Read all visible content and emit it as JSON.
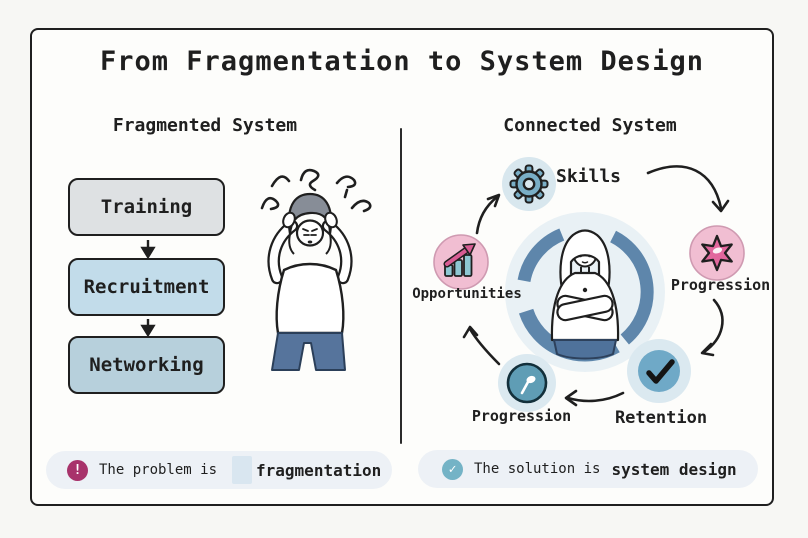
{
  "title": "From Fragmentation to System Design",
  "left_panel": {
    "heading": "Fragmented System",
    "boxes": [
      {
        "label": "Training"
      },
      {
        "label": "Recruitment"
      },
      {
        "label": "Networking"
      }
    ],
    "illustration": "stressed-person"
  },
  "right_panel": {
    "heading": "Connected System",
    "nodes": [
      {
        "label": "Skills",
        "icon": "gear-icon",
        "position": "top"
      },
      {
        "label": "Progression",
        "icon": "starburst-icon",
        "position": "right"
      },
      {
        "label": "Retention",
        "icon": "checkmark-icon",
        "position": "bottom-right"
      },
      {
        "label": "Progression",
        "icon": "clock-icon",
        "position": "bottom-left"
      },
      {
        "label": "Opportunities",
        "icon": "growth-chart-icon",
        "position": "left"
      }
    ],
    "center_illustration": "confident-woman"
  },
  "callouts": {
    "problem": {
      "icon": "exclamation-icon",
      "icon_glyph": "!",
      "prefix": "The problem is",
      "emphasis": "fragmentation"
    },
    "solution": {
      "icon": "checkmark-icon",
      "icon_glyph": "✓",
      "prefix": "The solution is",
      "emphasis": "system design"
    }
  },
  "colors": {
    "ink": "#1f1f1f",
    "page_bg": "#f7f7f4",
    "frame_bg": "#fdfdfb",
    "box_gray": "#dee1e3",
    "box_blue_light": "#c2dcea",
    "box_blue": "#b7d0dc",
    "arc_blue": "#5e86ab",
    "center_halo": "#e9f1f5",
    "node_halo": "#dbe9f0",
    "node_blue": "#d8e7ee",
    "gear_blue": "#79aec6",
    "pink": "#f1bed2",
    "pink_deep": "#e2679d",
    "bar_teal": "#8ec7d2",
    "arrow_pink": "#d85c93",
    "retention_blue": "#6fa9c7",
    "clock_teal": "#5f9db5",
    "magenta_badge": "#a8336b",
    "teal_badge": "#74b3c6",
    "pill_bg": "#edf1f6",
    "highlight_blue": "#d9e6f0",
    "skirt_blue": "#4f729b",
    "pants_blue": "#56749c",
    "hair_gray": "#878d97"
  }
}
